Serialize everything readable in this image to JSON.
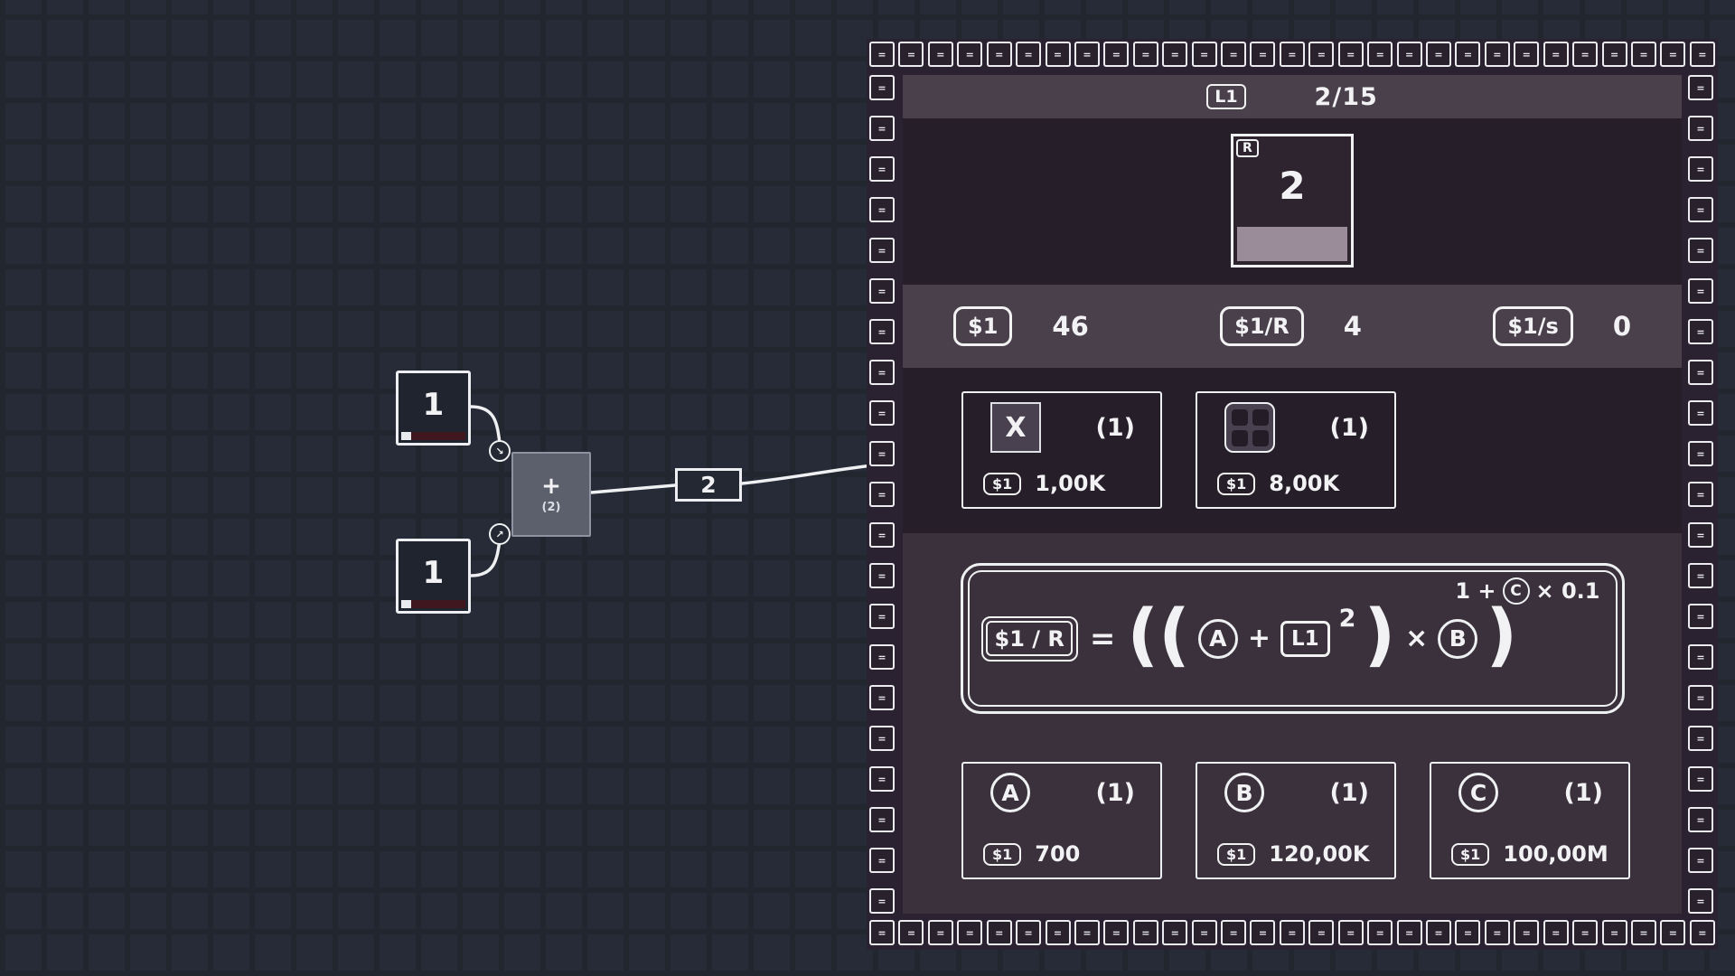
{
  "canvas": {
    "input_node_top": {
      "value": "1"
    },
    "input_node_bottom": {
      "value": "1"
    },
    "plus_node": {
      "operator": "+",
      "capacity": "(2)"
    },
    "output_chip": {
      "value": "2"
    },
    "port_top_arrow": "↘",
    "port_bottom_arrow": "↗"
  },
  "panel": {
    "tile_glyph": "=",
    "header": {
      "level_badge": "L1",
      "round_progress": "2/15"
    },
    "target_card": {
      "corner_badge": "R",
      "value": "2"
    },
    "stats": [
      {
        "label": "$1",
        "value": "46"
      },
      {
        "label": "$1/R",
        "value": "4"
      },
      {
        "label": "$1/s",
        "value": "0"
      }
    ],
    "shop_top": [
      {
        "icon_label": "X",
        "count": "(1)",
        "currency": "$1",
        "price": "1,00K"
      },
      {
        "count": "(1)",
        "currency": "$1",
        "price": "8,00K"
      }
    ],
    "formula": {
      "lhs": "$1 / R",
      "equals": "=",
      "open_parens": "((",
      "var_a": "A",
      "plus": "+",
      "level_badge": "L1",
      "level_exponent": "2",
      "close_paren_inner": ")",
      "times": "×",
      "var_b": "B",
      "close_paren_outer": ")",
      "exp_prefix": "1 +",
      "exp_var": "C",
      "exp_suffix": "× 0.1"
    },
    "shop_bottom": [
      {
        "icon_label": "A",
        "count": "(1)",
        "currency": "$1",
        "price": "700"
      },
      {
        "icon_label": "B",
        "count": "(1)",
        "currency": "$1",
        "price": "120,00K"
      },
      {
        "icon_label": "C",
        "count": "(1)",
        "currency": "$1",
        "price": "100,00M"
      }
    ]
  }
}
